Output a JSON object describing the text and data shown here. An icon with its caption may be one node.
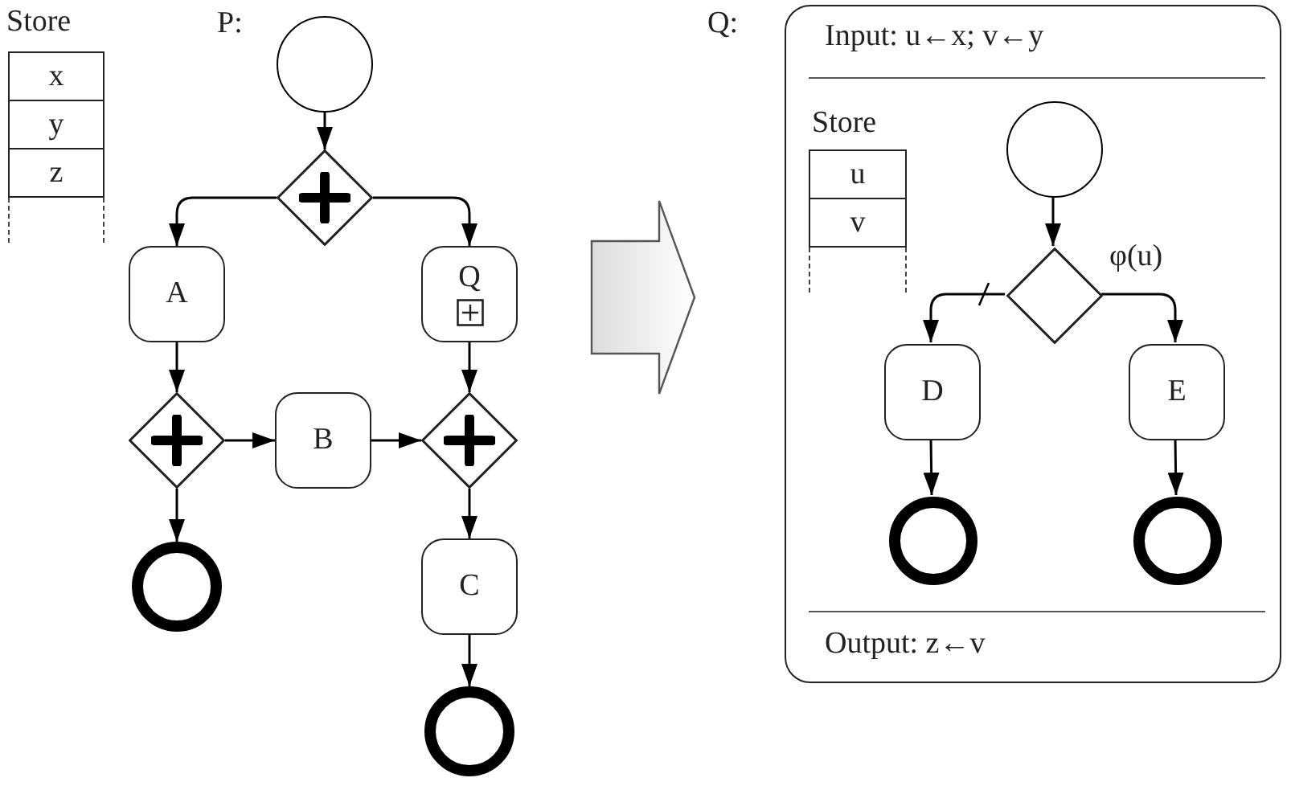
{
  "diagram": {
    "nodes": [
      {
        "text": [],
        "shape": "circle"
      },
      {
        "text": [],
        "shape": "diamond"
      },
      {
        "text": [
          "A"
        ]
      },
      {
        "text": [
          "Q"
        ]
      },
      {
        "text": [],
        "shape": "diamond"
      },
      {
        "text": [
          "B"
        ]
      },
      {
        "text": [],
        "shape": "diamond"
      },
      {
        "text": [],
        "shape": "circle"
      },
      {
        "text": [
          "C"
        ]
      },
      {
        "text": [],
        "shape": "circle"
      },
      {
        "text": [
          "Input: u←x; v←y",
          "Output: z←v"
        ]
      },
      {
        "text": [],
        "shape": "circle",
        "in": 10
      },
      {
        "text": [],
        "shape": "diamond",
        "in": 10
      },
      {
        "text": [
          "D"
        ],
        "in": 10
      },
      {
        "text": [
          "E"
        ],
        "in": 10
      },
      {
        "text": [],
        "shape": "circle",
        "in": 10
      },
      {
        "text": [],
        "shape": "circle",
        "in": 10
      }
    ],
    "edges": [
      {
        "from": 0,
        "to": 1,
        "arrow": "to"
      },
      {
        "from": 1,
        "to": 2,
        "arrow": "to"
      },
      {
        "from": 1,
        "to": 3,
        "arrow": "to"
      },
      {
        "from": 2,
        "to": 4,
        "arrow": "to"
      },
      {
        "from": 3,
        "to": 6,
        "arrow": "to"
      },
      {
        "from": 4,
        "to": 5,
        "arrow": "to"
      },
      {
        "from": 5,
        "to": 6,
        "arrow": "to"
      },
      {
        "from": 4,
        "to": 7,
        "arrow": "to"
      },
      {
        "from": 6,
        "to": 8,
        "arrow": "to"
      },
      {
        "from": 8,
        "to": 9,
        "arrow": "to"
      },
      {
        "from": 11,
        "to": 12,
        "arrow": "to"
      },
      {
        "from": 12,
        "to": 13,
        "arrow": "to"
      },
      {
        "from": 12,
        "to": 14,
        "arrow": "to",
        "label": "φ(u)"
      },
      {
        "from": 13,
        "to": 15,
        "arrow": "to"
      },
      {
        "from": 14,
        "to": 16,
        "arrow": "to"
      }
    ],
    "labels": [
      "Store",
      "x",
      "y",
      "z",
      "P:",
      "Q:",
      "Store",
      "u",
      "v"
    ]
  }
}
